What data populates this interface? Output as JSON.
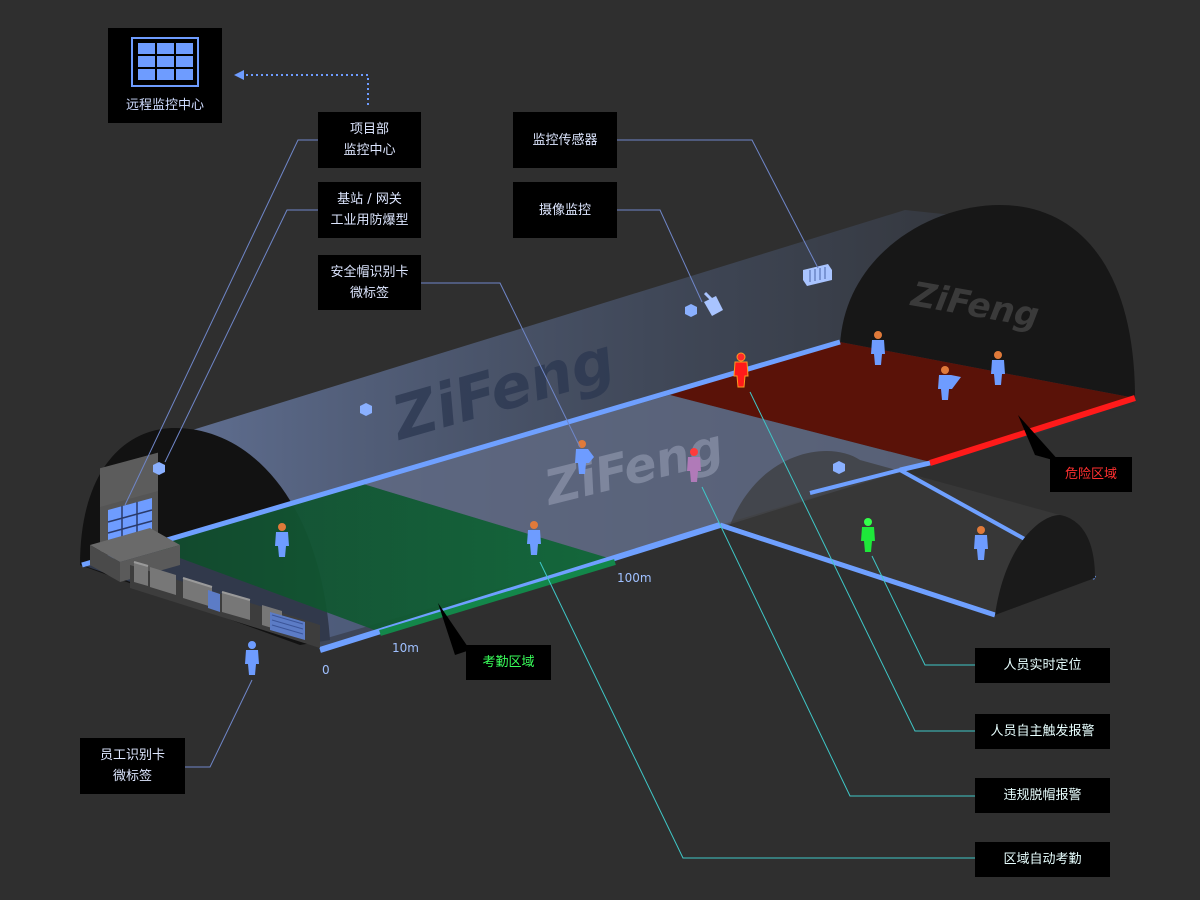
{
  "remote_center": {
    "label": "远程监控中心"
  },
  "callouts": {
    "project_center": [
      "项目部",
      "监控中心"
    ],
    "base_station": [
      "基站 / 网关",
      "工业用防爆型"
    ],
    "helmet_tag": [
      "安全帽识别卡",
      "微标签"
    ],
    "monitor_sensor": [
      "监控传感器"
    ],
    "camera": [
      "摄像监控"
    ],
    "employee_tag": [
      "员工识别卡",
      "微标签"
    ]
  },
  "zones": {
    "danger": "危险区域",
    "attendance": "考勤区域"
  },
  "functions": {
    "realtime_location": "人员实时定位",
    "sos_alarm": "人员自主触发报警",
    "helmet_alarm": "违规脱帽报警",
    "auto_attendance": "区域自动考勤"
  },
  "scale": {
    "zero": "0",
    "ten": "10m",
    "hundred": "100m"
  },
  "watermark": "ZiFeng",
  "colors": {
    "background": "#2f2f2f",
    "floor_blue": "#6fa0ff",
    "danger_red": "#ff1a1a",
    "attendance_green": "#0f6a36",
    "leader_cyan": "#3fc7c7",
    "leader_blue": "#6f86c8"
  }
}
